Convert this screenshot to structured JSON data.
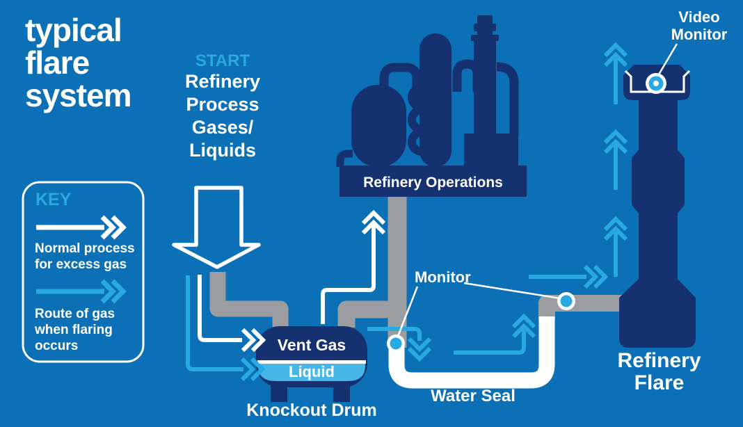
{
  "title": "typical\nflare\nsystem",
  "start": {
    "label": "START",
    "text": "Refinery\nProcess\nGases/\nLiquids"
  },
  "key": {
    "title": "KEY",
    "normal_arrow": "Normal process\nfor excess gas",
    "flaring_arrow": "Route of gas\nwhen flaring\noccurs"
  },
  "diagram": {
    "refinery_operations": "Refinery Operations",
    "knockout_drum": {
      "label": "Knockout Drum",
      "vent_gas": "Vent Gas",
      "liquid": "Liquid"
    },
    "water_seal": "Water Seal",
    "monitor": "Monitor",
    "video_monitor": "Video\nMonitor",
    "refinery_flare": "Refinery\nFlare"
  },
  "colors": {
    "bg": "#0C70B6",
    "navy": "#16316F",
    "lblue": "#29A9E1",
    "liquid": "#47B7E8",
    "gray": "#9B9DA0",
    "white": "#FFFFFF"
  }
}
